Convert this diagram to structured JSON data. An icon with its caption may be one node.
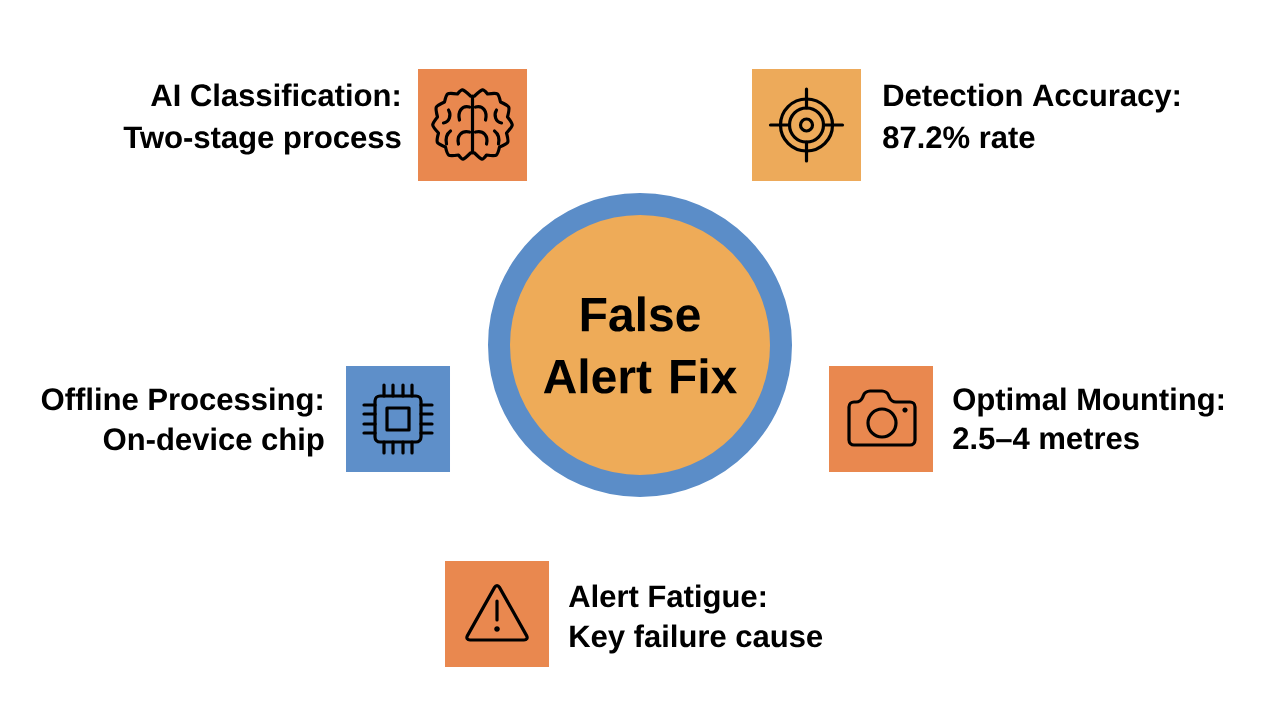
{
  "diagram": {
    "nodes": [
      {
        "text": [],
        "shape": "box",
        "beside": [
          "AI Classification:",
          "Two-stage process"
        ]
      },
      {
        "text": [],
        "shape": "box",
        "beside": [
          "Detection Accuracy:",
          "87.2% rate"
        ]
      },
      {
        "text": [
          "False Alert Fix"
        ]
      },
      {
        "text": [],
        "shape": "box",
        "beside": [
          "Offline Processing:",
          "On-device chip"
        ]
      },
      {
        "text": [],
        "shape": "box",
        "beside": [
          "Optimal Mounting:",
          "2.5–4 metres"
        ]
      },
      {
        "text": [],
        "shape": "box",
        "beside": [
          "Alert Fatigue:",
          "Key failure cause"
        ]
      }
    ]
  }
}
